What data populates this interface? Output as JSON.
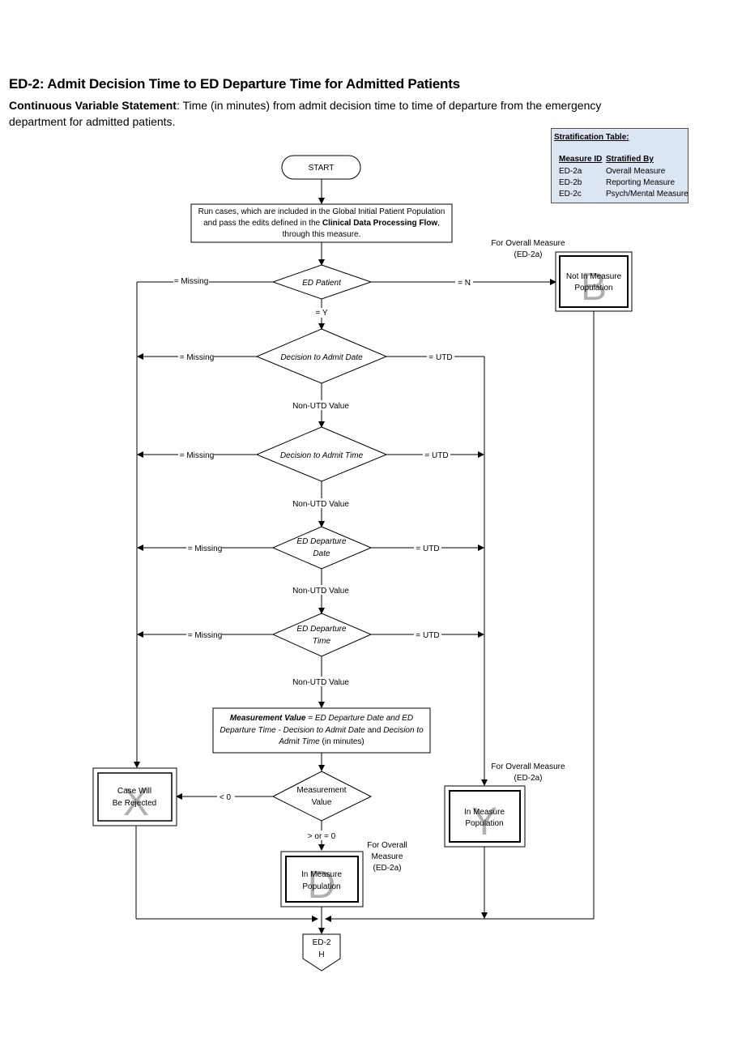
{
  "title": "ED-2: Admit Decision Time to ED Departure Time for Admitted Patients",
  "statement": {
    "label": "Continuous Variable Statement",
    "text": ": Time (in minutes) from admit decision time to time of departure from the emergency department for admitted patients."
  },
  "stratification": {
    "title": "Stratification Table:",
    "headers": [
      "Measure ID",
      "Stratified By"
    ],
    "rows": [
      [
        "ED-2a",
        "Overall Measure"
      ],
      [
        "ED-2b",
        "Reporting Measure"
      ],
      [
        "ED-2c",
        "Psych/Mental Measure"
      ]
    ]
  },
  "nodes": {
    "start": "START",
    "run_cases": {
      "line1": "Run cases, which are included in the Global Initial Patient Population",
      "line2a": "and pass the edits defined in the ",
      "line2b": "Clinical Data Processing Flow",
      "line2c": ",",
      "line3": "through this measure."
    },
    "ed_patient": "ED Patient",
    "decision_date": "Decision to Admit Date",
    "decision_time": "Decision to Admit Time",
    "ed_dep_date": [
      "ED Departure",
      "Date"
    ],
    "ed_dep_time": [
      "ED Departure",
      "Time"
    ],
    "measurement": {
      "b": "Measurement Value",
      "l1": " = ED Departure Date and ED",
      "l2": "Departure Time - Decision to Admit Date",
      "l2b": " and ",
      "l2c": "Decision to",
      "l3": "Admit Time",
      "l3b": " (in minutes)"
    },
    "measurement_value": [
      "Measurement",
      "Value"
    ],
    "not_in_pop": [
      "Not In Measure",
      "Population"
    ],
    "rejected": [
      "Case Will",
      "Be Rejected"
    ],
    "in_pop": [
      "In Measure",
      "Population"
    ],
    "terminal": [
      "ED-2",
      "H"
    ]
  },
  "letters": {
    "b": "B",
    "x": "X",
    "y": "Y",
    "d": "D"
  },
  "labels": {
    "missing": "= Missing",
    "n": "= N",
    "y": "= Y",
    "utd": "= UTD",
    "non_utd": "Non-UTD Value",
    "lt0": "< 0",
    "ge0": "> or = 0",
    "overall_1": [
      "For Overall Measure",
      "(ED-2a)"
    ],
    "overall_2": [
      "For Overall Measure",
      "(ED-2a)"
    ],
    "overall_3": [
      "For Overall",
      "Measure",
      "(ED-2a)"
    ]
  }
}
